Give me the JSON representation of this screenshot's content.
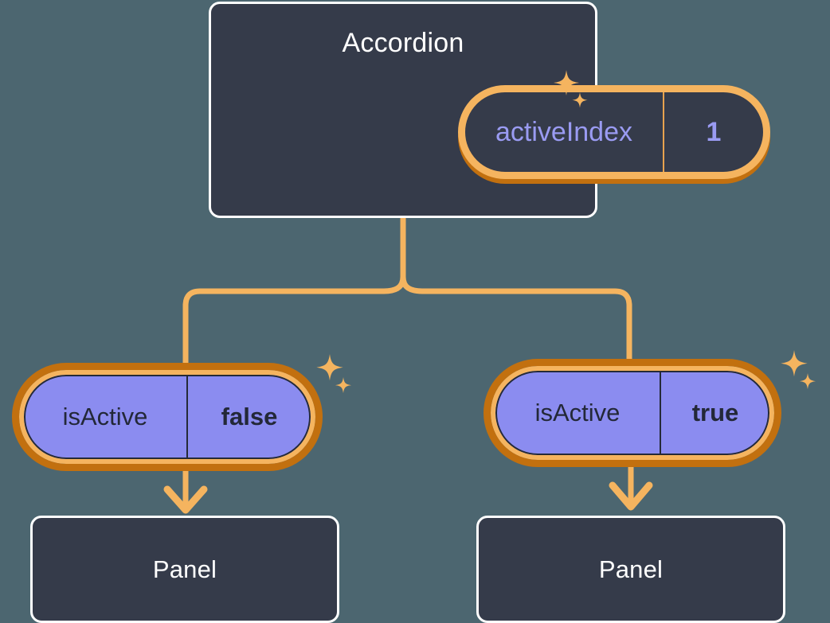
{
  "diagram": {
    "type": "component-state-tree",
    "background_color": "#4c6670",
    "accent_color": "#f5b45f",
    "accent_shadow_color": "#c2700f",
    "node_fill_color": "#353b4a",
    "state_pill_color": "#8b8cf0"
  },
  "root": {
    "component_name": "Accordion",
    "state": {
      "key": "activeIndex",
      "value": "1",
      "key_color": "#9a9bf2",
      "value_color": "#9a9bf2"
    },
    "sparkle_large": "sparkle-icon",
    "sparkle_small": "sparkle-icon"
  },
  "children": [
    {
      "state": {
        "key": "isActive",
        "value": "false"
      },
      "component_name": "Panel",
      "sparkle_large": "sparkle-icon",
      "sparkle_small": "sparkle-icon",
      "arrow": "arrow-down-icon"
    },
    {
      "state": {
        "key": "isActive",
        "value": "true"
      },
      "component_name": "Panel",
      "sparkle_large": "sparkle-icon",
      "sparkle_small": "sparkle-icon",
      "arrow": "arrow-down-icon"
    }
  ]
}
